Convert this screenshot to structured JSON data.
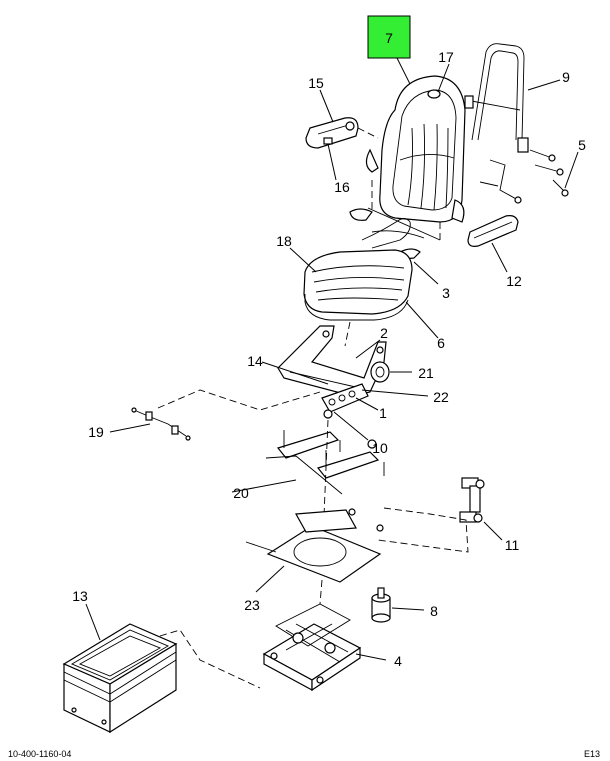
{
  "highlight": {
    "label": "7",
    "color": "#33ee33"
  },
  "callouts": [
    "17",
    "9",
    "15",
    "5",
    "16",
    "12",
    "18",
    "3",
    "6",
    "2",
    "14",
    "21",
    "22",
    "1",
    "19",
    "10",
    "20",
    "11",
    "8",
    "13",
    "23",
    "4"
  ],
  "footer": {
    "left": "10-400-1160-04",
    "right": "E13"
  }
}
